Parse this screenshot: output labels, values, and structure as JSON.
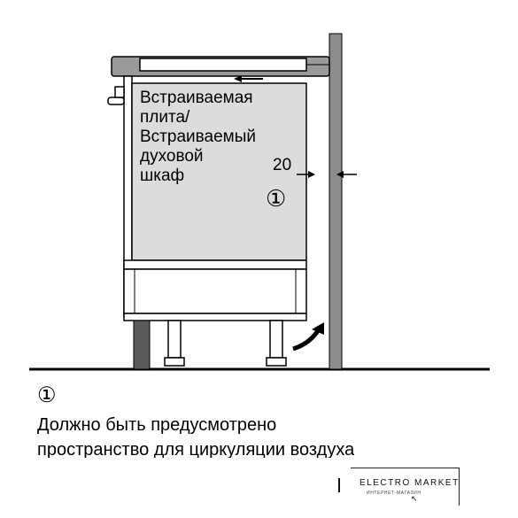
{
  "diagram": {
    "label_lines": [
      "Встраиваемая",
      "плита/",
      "Встраиваемый",
      "духовой",
      "шкаф"
    ],
    "gap_value": "20",
    "callout_marker": "①"
  },
  "note": {
    "marker": "①",
    "line1": "Должно быть предусмотрено",
    "line2": "пространство для циркуляции воздуха"
  },
  "watermark": {
    "title": "ELECTRO MARKET",
    "subtitle": "ИНТЕРНЕТ-МАГАЗИН"
  },
  "colors": {
    "cabinet_fill": "#dcdcdc",
    "wall_fill": "#8c8c8c",
    "outline": "#000000",
    "plinth_fill": "#5a5a5a"
  }
}
